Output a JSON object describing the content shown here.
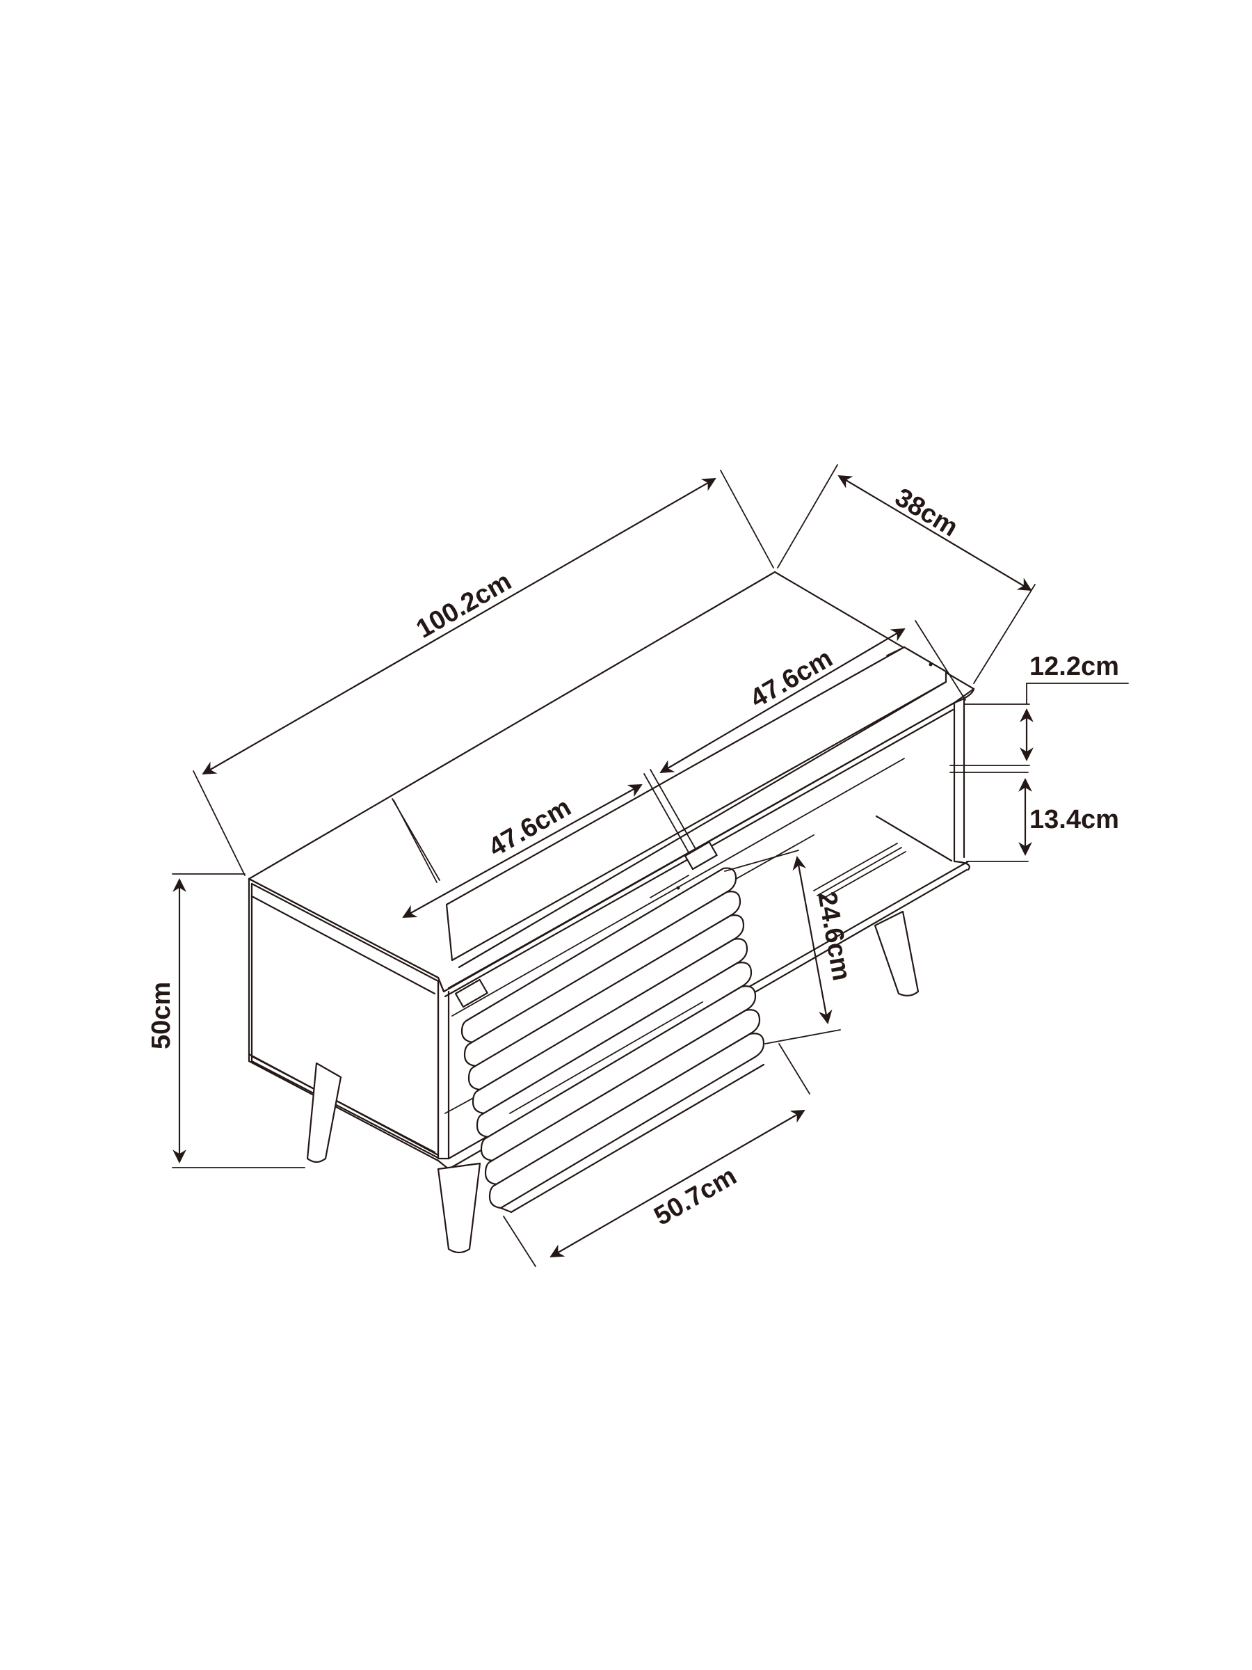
{
  "diagram": {
    "subject": "TV bench with slatted sliding door, two-tier open shelf and tapered legs",
    "colors": {
      "line": "#231815",
      "background": "#ffffff"
    },
    "dimensions": {
      "overall_width": "100.2cm",
      "depth": "38cm",
      "height": "50cm",
      "shelf_width_right": "47.6cm",
      "shelf_width_left": "47.6cm",
      "upper_shelf_height": "12.2cm",
      "lower_shelf_height": "13.4cm",
      "door_height": "24.6cm",
      "door_width": "50.7cm"
    }
  }
}
